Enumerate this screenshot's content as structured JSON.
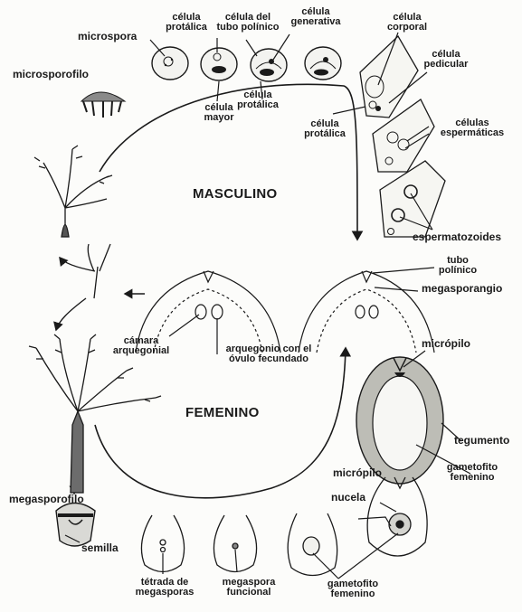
{
  "sections": {
    "masculino": "MASCULINO",
    "femenino": "FEMENINO"
  },
  "labels": {
    "microspora": "microspora",
    "celula_protalica_top_1": "célula",
    "celula_protalica_top_2": "protálica",
    "celula_tubo_1": "célula del",
    "celula_tubo_2": "tubo polínico",
    "celula_generativa_1": "célula",
    "celula_generativa_2": "generativa",
    "celula_corporal_1": "célula",
    "celula_corporal_2": "corporal",
    "celula_pedicular_1": "célula",
    "celula_pedicular_2": "pedicular",
    "microsporofilo": "microsporofilo",
    "celula_mayor_1": "célula",
    "celula_mayor_2": "mayor",
    "celula_protalica_mid_1": "célula",
    "celula_protalica_mid_2": "protálica",
    "celula_protalica_right_1": "célula",
    "celula_protalica_right_2": "protálica",
    "celulas_espermaticas_1": "células",
    "celulas_espermaticas_2": "espermáticas",
    "espermatozoides": "espermatozoides",
    "tubo_polinico_1": "tubo",
    "tubo_polinico_2": "polínico",
    "megasporangio": "megasporangio",
    "camara_arquegonial_1": "cámara",
    "camara_arquegonial_2": "arquegonial",
    "arquegonio_1": "arquegonio con el",
    "arquegonio_2": "óvulo fecundado",
    "micropilo_top": "micrópilo",
    "tegumento": "tegumento",
    "gametofito_right_1": "gametofito",
    "gametofito_right_2": "femenino",
    "micropilo_bottom": "micrópilo",
    "nucela": "nucela",
    "megasporofilo": "megasporofilo",
    "semilla": "semilla",
    "tetrada_1": "tétrada de",
    "tetrada_2": "megasporas",
    "megaspora_funcional_1": "megaspora",
    "megaspora_funcional_2": "funcional",
    "gametofito_bottom_1": "gametofito",
    "gametofito_bottom_2": "femenino"
  },
  "colors": {
    "ink": "#1a1a1a",
    "paper": "#fcfcfa",
    "shade": "#9a9a9a"
  }
}
